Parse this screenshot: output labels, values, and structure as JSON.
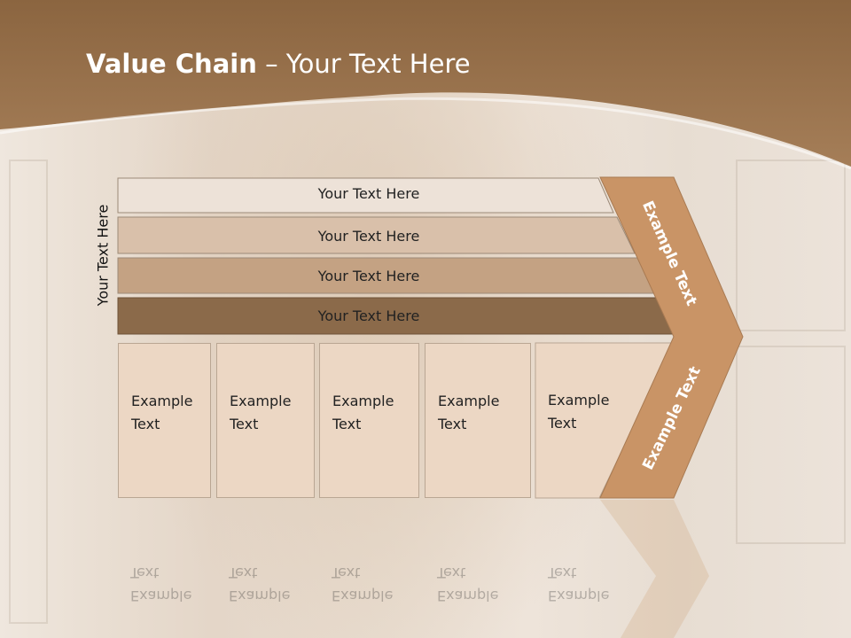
{
  "title": {
    "bold": "Value Chain",
    "rest": " – Your Text Here"
  },
  "side_label": "Your Text Here",
  "rows": [
    {
      "label": "Your Text Here",
      "color": "#ede2d8"
    },
    {
      "label": "Your Text Here",
      "color": "#d9c0aa"
    },
    {
      "label": "Your Text Here",
      "color": "#c4a283"
    },
    {
      "label": "Your Text Here",
      "color": "#8b6a4a"
    }
  ],
  "cells": [
    {
      "label": "Example Text"
    },
    {
      "label": "Example Text"
    },
    {
      "label": "Example Text"
    },
    {
      "label": "Example Text"
    },
    {
      "label": "Example Text"
    }
  ],
  "arrow": {
    "upper_label": "Example Text",
    "lower_label": "Example Text",
    "color": "#c99466"
  },
  "colors": {
    "header": "#8b6540",
    "header_light": "#a57e58"
  }
}
